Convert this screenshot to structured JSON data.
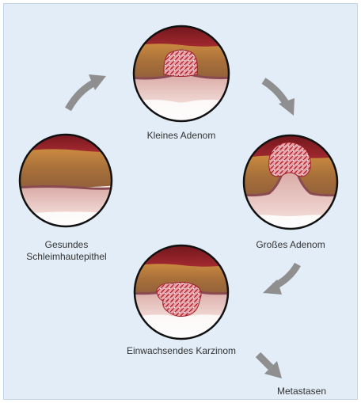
{
  "stages": [
    {
      "id": "healthy",
      "label_lines": [
        "Gesundes",
        "Schleimhautepithel"
      ]
    },
    {
      "id": "small-adenoma",
      "label_lines": [
        "Kleines Adenom"
      ]
    },
    {
      "id": "large-adenoma",
      "label_lines": [
        "Großes Adenom"
      ]
    },
    {
      "id": "invasive-carcinoma",
      "label_lines": [
        "Einwachsendes Karzinom"
      ]
    },
    {
      "id": "metastases",
      "label_lines": [
        "Metastasen"
      ]
    }
  ],
  "colors": {
    "background": "#e2edf7",
    "arrow": "#8f8f8f",
    "lumen": "#8f1e26",
    "mucosa": "#b0763c",
    "submucosa": "#d8a7a6",
    "tumor": "#e8929a",
    "tissue_base": "#ffffff"
  }
}
